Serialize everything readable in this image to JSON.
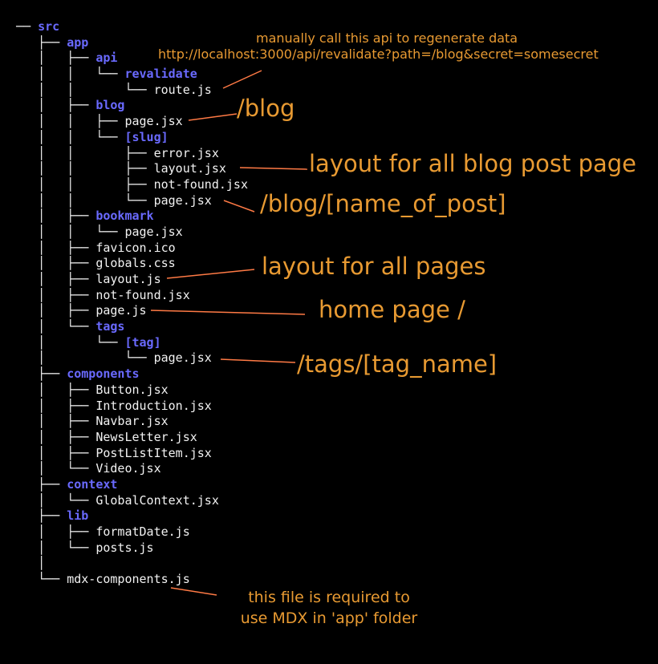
{
  "tree": [
    {
      "prefix": "── ",
      "name": "src",
      "type": "dir"
    },
    {
      "prefix": "   ├── ",
      "name": "app",
      "type": "dir"
    },
    {
      "prefix": "   │   ├── ",
      "name": "api",
      "type": "dir"
    },
    {
      "prefix": "   │   │   └── ",
      "name": "revalidate",
      "type": "dir"
    },
    {
      "prefix": "   │   │       └── ",
      "name": "route.js",
      "type": "file"
    },
    {
      "prefix": "   │   ├── ",
      "name": "blog",
      "type": "dir"
    },
    {
      "prefix": "   │   │   ├── ",
      "name": "page.jsx",
      "type": "file"
    },
    {
      "prefix": "   │   │   └── ",
      "name": "[slug]",
      "type": "dir"
    },
    {
      "prefix": "   │   │       ├── ",
      "name": "error.jsx",
      "type": "file"
    },
    {
      "prefix": "   │   │       ├── ",
      "name": "layout.jsx",
      "type": "file"
    },
    {
      "prefix": "   │   │       ├── ",
      "name": "not-found.jsx",
      "type": "file"
    },
    {
      "prefix": "   │   │       └── ",
      "name": "page.jsx",
      "type": "file"
    },
    {
      "prefix": "   │   ├── ",
      "name": "bookmark",
      "type": "dir"
    },
    {
      "prefix": "   │   │   └── ",
      "name": "page.jsx",
      "type": "file"
    },
    {
      "prefix": "   │   ├── ",
      "name": "favicon.ico",
      "type": "file"
    },
    {
      "prefix": "   │   ├── ",
      "name": "globals.css",
      "type": "file"
    },
    {
      "prefix": "   │   ├── ",
      "name": "layout.js",
      "type": "file"
    },
    {
      "prefix": "   │   ├── ",
      "name": "not-found.jsx",
      "type": "file"
    },
    {
      "prefix": "   │   ├── ",
      "name": "page.js",
      "type": "file"
    },
    {
      "prefix": "   │   └── ",
      "name": "tags",
      "type": "dir"
    },
    {
      "prefix": "   │       └── ",
      "name": "[tag]",
      "type": "dir"
    },
    {
      "prefix": "   │           └── ",
      "name": "page.jsx",
      "type": "file"
    },
    {
      "prefix": "   ├── ",
      "name": "components",
      "type": "dir"
    },
    {
      "prefix": "   │   ├── ",
      "name": "Button.jsx",
      "type": "file"
    },
    {
      "prefix": "   │   ├── ",
      "name": "Introduction.jsx",
      "type": "file"
    },
    {
      "prefix": "   │   ├── ",
      "name": "Navbar.jsx",
      "type": "file"
    },
    {
      "prefix": "   │   ├── ",
      "name": "NewsLetter.jsx",
      "type": "file"
    },
    {
      "prefix": "   │   ├── ",
      "name": "PostListItem.jsx",
      "type": "file"
    },
    {
      "prefix": "   │   └── ",
      "name": "Video.jsx",
      "type": "file"
    },
    {
      "prefix": "   ├── ",
      "name": "context",
      "type": "dir"
    },
    {
      "prefix": "   │   └── ",
      "name": "GlobalContext.jsx",
      "type": "file"
    },
    {
      "prefix": "   ├── ",
      "name": "lib",
      "type": "dir"
    },
    {
      "prefix": "   │   ├── ",
      "name": "formatDate.js",
      "type": "file"
    },
    {
      "prefix": "   │   └── ",
      "name": "posts.js",
      "type": "file"
    },
    {
      "prefix": "   │",
      "name": "",
      "type": "spacer"
    },
    {
      "prefix": "   └── ",
      "name": "mdx-components.js",
      "type": "file"
    }
  ],
  "annotations": {
    "api_note_line1": "manually call this api to regenerate data",
    "api_note_line2": "http://localhost:3000/api/revalidate?path=/blog&secret=somesecret",
    "blog_route": "/blog",
    "blog_layout": "layout for all blog post page",
    "blog_post_route": "/blog/[name_of_post]",
    "root_layout": "layout for all pages",
    "home_page": "home page /",
    "tags_route": "/tags/[tag_name]",
    "mdx_note_line1": "this file is required to",
    "mdx_note_line2": "use MDX in 'app' folder"
  },
  "colors": {
    "background": "#000000",
    "directory": "#6a6aff",
    "file": "#f2f2f2",
    "annotation": "#e89a32",
    "connector": "#ff7a45"
  }
}
